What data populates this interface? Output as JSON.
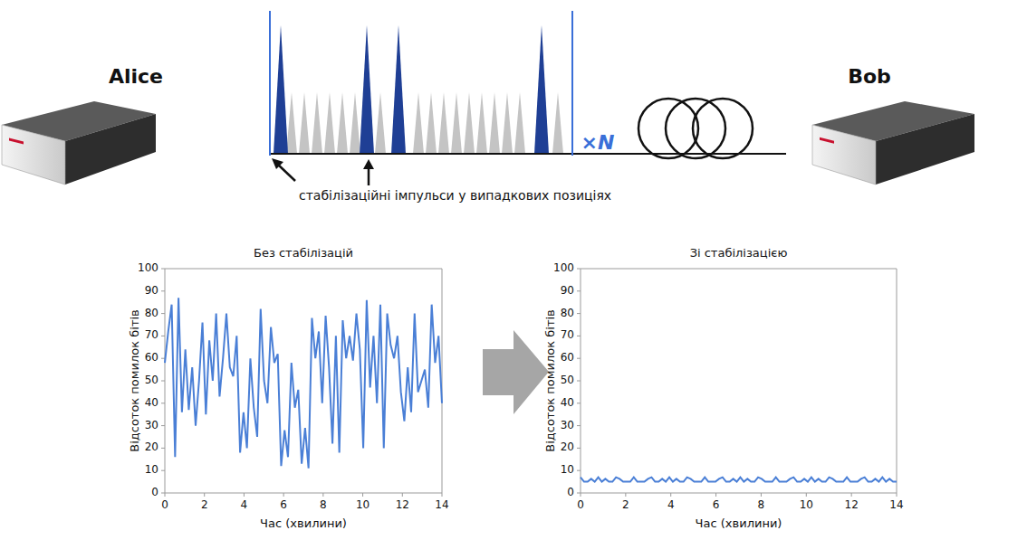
{
  "diagram": {
    "nodes": [
      {
        "text": [
          "Alice"
        ]
      },
      {
        "text": [
          "Bob"
        ]
      }
    ],
    "labels": [
      "×N",
      "стабілізаційні імпульси у випадкових позиціях",
      "Без стабілізацій",
      "Відсоток помилок бітів",
      "Час (хвилини)",
      "0",
      "10",
      "20",
      "30",
      "40",
      "50",
      "60",
      "70",
      "80",
      "90",
      "100",
      "0",
      "2",
      "4",
      "6",
      "8",
      "10",
      "12",
      "14",
      "Зі стабілізацією",
      "Відсоток помилок бітів",
      "Час (хвилини)",
      "0",
      "10",
      "20",
      "30",
      "40",
      "50",
      "60",
      "70",
      "80",
      "90",
      "100",
      "0",
      "2",
      "4",
      "6",
      "8",
      "10",
      "12",
      "14"
    ]
  }
}
